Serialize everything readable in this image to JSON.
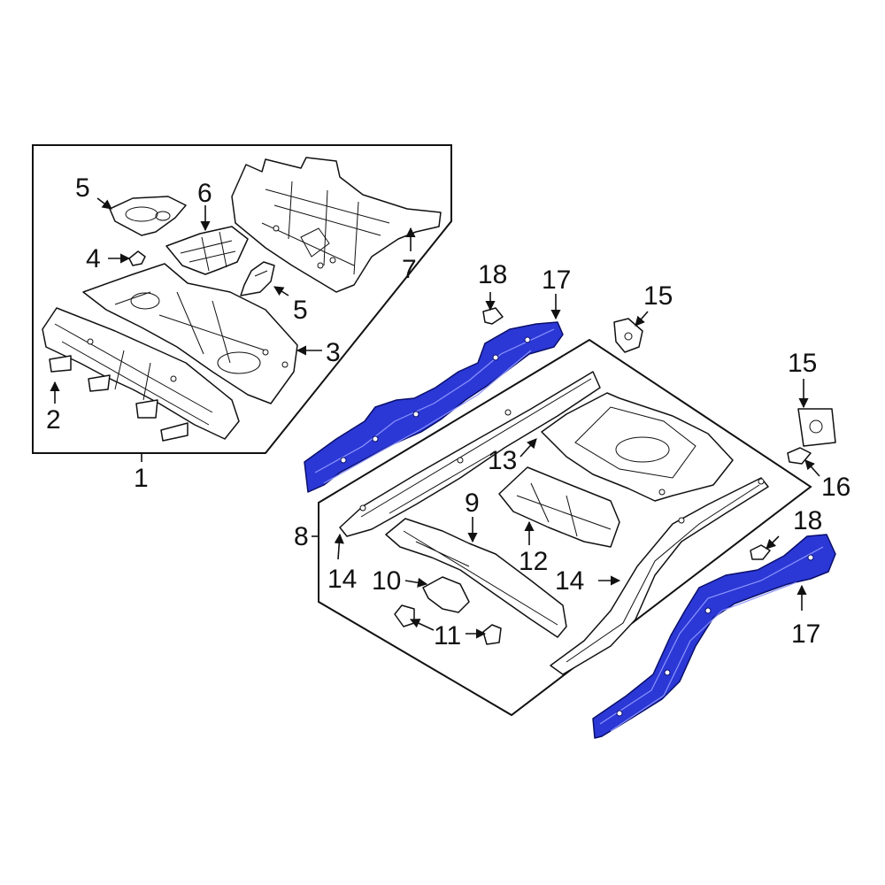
{
  "callouts": {
    "c1": "1",
    "c2": "2",
    "c3": "3",
    "c4": "4",
    "c5a": "5",
    "c5b": "5",
    "c6": "6",
    "c7": "7",
    "c8": "8",
    "c9": "9",
    "c10": "10",
    "c11": "11",
    "c12": "12",
    "c13": "13",
    "c14a": "14",
    "c14b": "14",
    "c15a": "15",
    "c15b": "15",
    "c16": "16",
    "c17a": "17",
    "c17b": "17",
    "c18a": "18",
    "c18b": "18"
  },
  "colors": {
    "highlight": "#2b38d6",
    "line": "#111111",
    "background": "#ffffff"
  }
}
